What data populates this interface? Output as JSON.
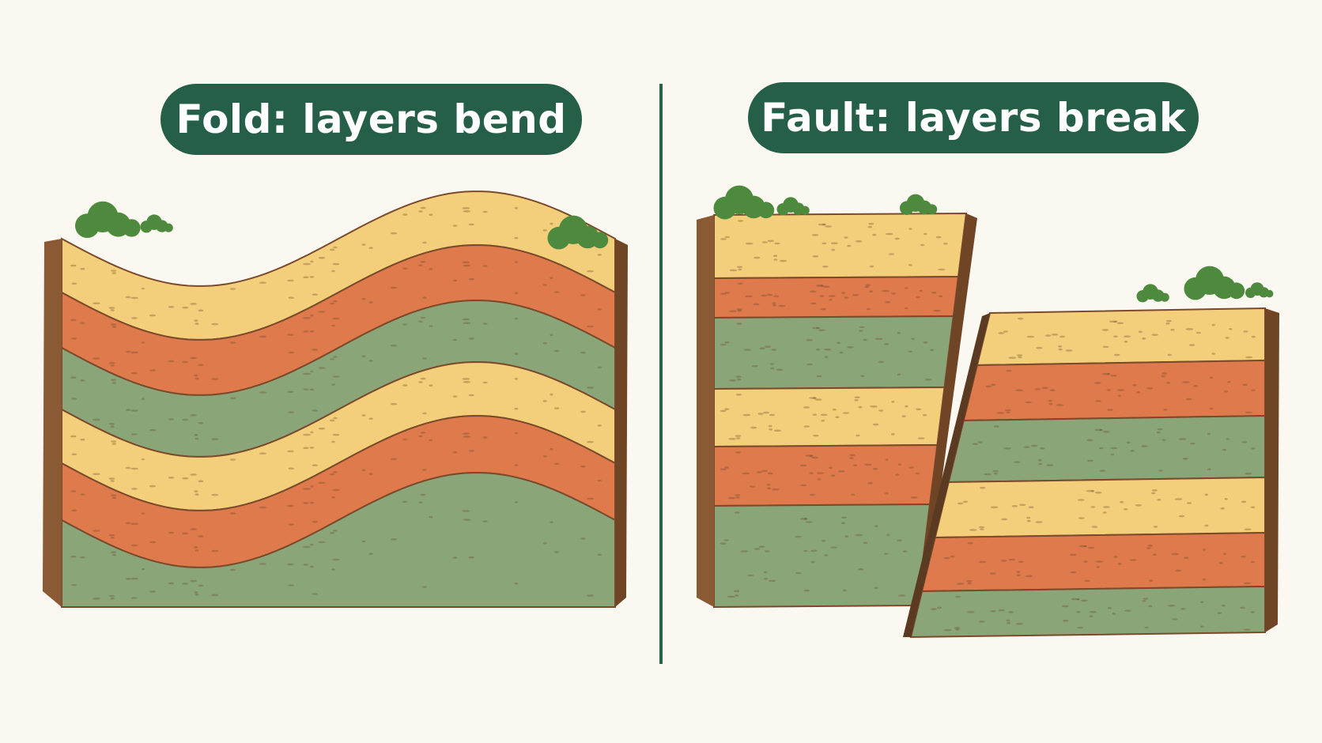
{
  "labels": {
    "fold": "Fold: layers bend",
    "fault": "Fault: layers break"
  },
  "colors": {
    "background": "#fbf8f1",
    "label_pill": "#255f48",
    "divider": "#2a6249",
    "layer_yellow": "#f3cf7c",
    "layer_orange": "#df7a4c",
    "layer_green": "#8aa679",
    "rock_edge": "#8a5a34",
    "grass": "#4e8a3d"
  },
  "diagram": {
    "fold_layers": [
      "yellow",
      "orange",
      "green",
      "yellow",
      "orange",
      "green"
    ],
    "fault_layers": [
      "yellow",
      "orange",
      "green",
      "yellow",
      "orange",
      "green"
    ]
  }
}
